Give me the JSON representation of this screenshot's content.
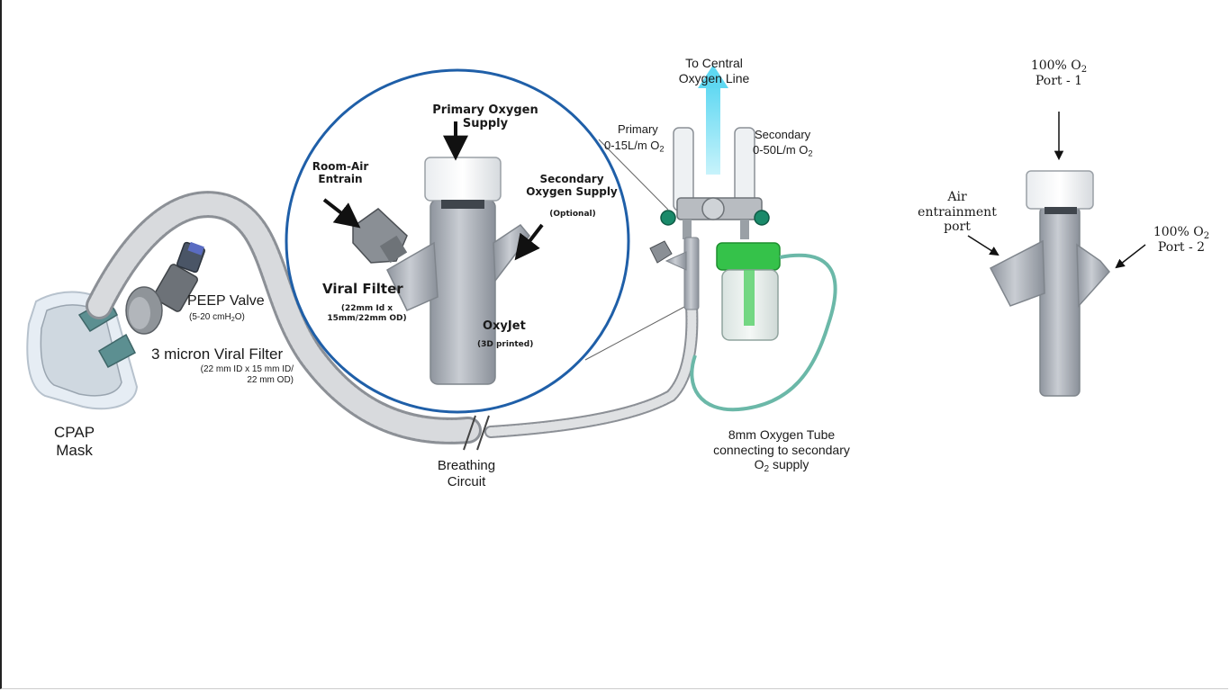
{
  "labels": {
    "cpap_mask": [
      "CPAP",
      "Mask"
    ],
    "peep_valve": "PEEP Valve",
    "peep_range_prefix": "(5-20 cmH",
    "peep_range_sub": "2",
    "peep_range_suffix": "O)",
    "viral_filter_main": "3 micron Viral Filter",
    "viral_filter_spec": [
      "(22 mm ID x 15 mm ID/",
      "22 mm OD)"
    ],
    "breathing_circuit": [
      "Breathing",
      "Circuit"
    ],
    "to_central": [
      "To Central",
      "Oxygen Line"
    ],
    "primary_title": "Primary",
    "primary_range": "0-15L/m O",
    "secondary_title": "Secondary",
    "secondary_range": "0-50L/m O",
    "o2_sub": "2",
    "oxygen_tube": [
      "8mm Oxygen Tube",
      "connecting to secondary"
    ],
    "oxygen_tube_last": "O",
    "oxygen_tube_last_suffix": " supply"
  },
  "inset": {
    "primary_supply": [
      "Primary Oxygen",
      "Supply"
    ],
    "room_air": [
      "Room-Air",
      "Entrain"
    ],
    "secondary_supply": [
      "Secondary",
      "Oxygen Supply"
    ],
    "optional": "(Optional)",
    "viral_filter": "Viral Filter",
    "viral_filter_spec": [
      "(22mm Id x",
      "15mm/22mm  OD)"
    ],
    "oxyjet": "OxyJet",
    "printed": "(3D printed)"
  },
  "right_diagram": {
    "port1_prefix": "100% O",
    "port1_sub": "2",
    "port1_name": "Port - 1",
    "air_port": [
      "Air",
      "entrainment",
      "port"
    ],
    "port2_prefix": "100% O",
    "port2_sub": "2",
    "port2_name": "Port - 2"
  },
  "colors": {
    "inset_circle": "#1f5fa8",
    "oxygen_arrow": "#7fe3f5",
    "flowmeter_valve": "#1a8a6a",
    "humidifier": "#35c24a",
    "oxygen_tube": "#6bb8a8",
    "oxyjet_body": "#b9bec6"
  }
}
